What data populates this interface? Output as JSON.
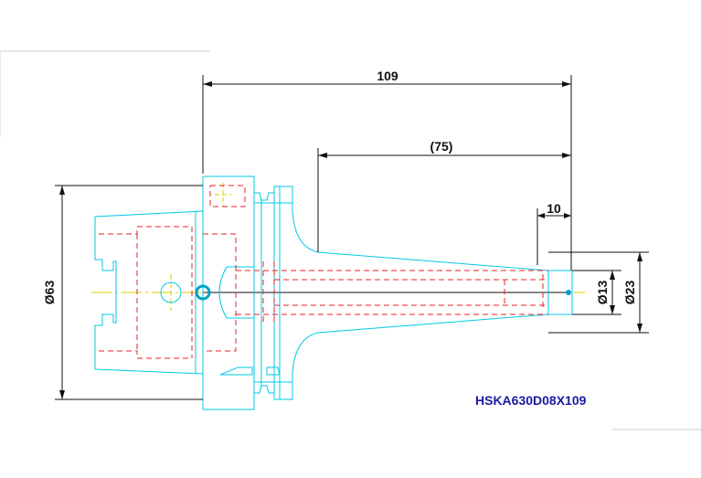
{
  "drawing": {
    "part_number": "HSKA630D08X109",
    "dimensions": {
      "overall_length": "109",
      "projection_length": "(75)",
      "tip_length": "10",
      "flange_diameter": "Ø63",
      "bore_diameter": "Ø13",
      "nose_diameter": "Ø23"
    },
    "colors": {
      "outline": "#00c8e6",
      "hidden": "#e8202a",
      "centerline": "#d9d000",
      "dimension": "#111111",
      "label": "#1a1aa6"
    }
  }
}
